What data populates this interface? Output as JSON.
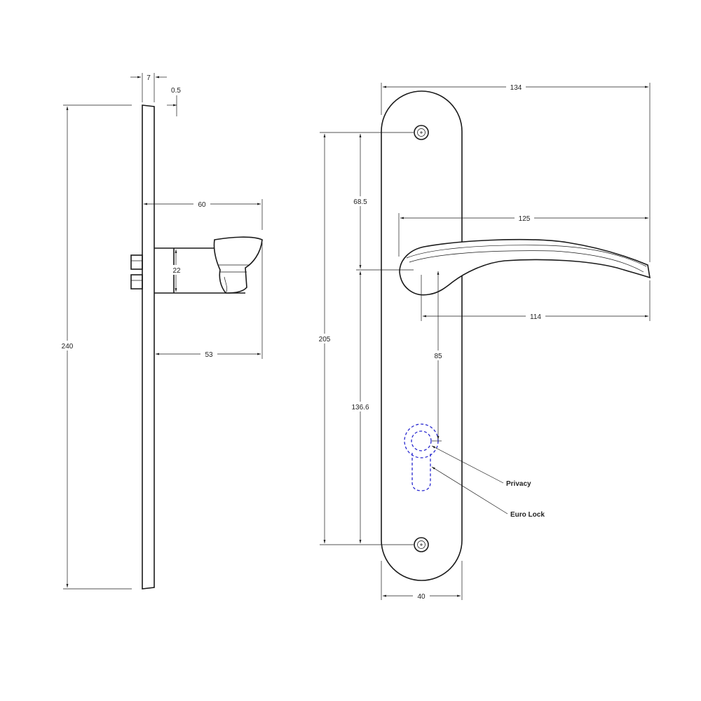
{
  "side_view": {
    "dims": {
      "thickness": "7",
      "projection": "0.5",
      "height": "240",
      "depth_total": "60",
      "rose_dia": "22",
      "depth_neck": "53"
    }
  },
  "front_view": {
    "dims": {
      "lever_length": "134",
      "lever_reach": "125",
      "lever_from_spindle": "114",
      "screw_to_spindle": "68.5",
      "screw_centres": "205",
      "spindle_to_screw": "136.6",
      "spindle_to_lock": "85",
      "plate_width": "40"
    },
    "callouts": {
      "privacy": "Privacy",
      "euro_lock": "Euro Lock"
    }
  },
  "colors": {
    "line": "#1a1a1a",
    "hidden_line": "#2a2ad0",
    "background": "#ffffff"
  }
}
